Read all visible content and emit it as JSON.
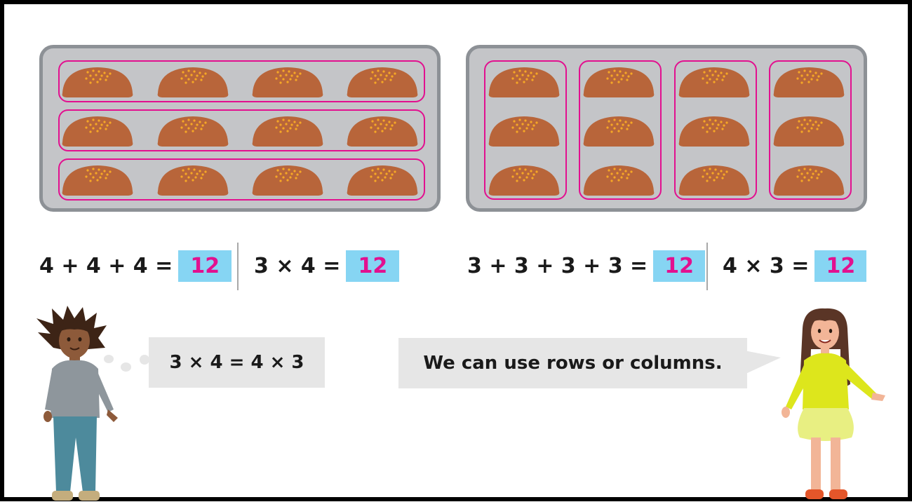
{
  "equations": {
    "rows_addition": "4 + 4 + 4 =",
    "rows_addition_answer": "12",
    "rows_multiplication": "3 × 4 =",
    "rows_multiplication_answer": "12",
    "cols_addition": "3 + 3 + 3 + 3 =",
    "cols_addition_answer": "12",
    "cols_multiplication": "4 × 3 =",
    "cols_multiplication_answer": "12"
  },
  "boy_thought": "3 × 4 = 4 × 3",
  "girl_speech": "We can use rows or columns.",
  "trays": {
    "rows_tray": {
      "rows": 3,
      "columns": 4,
      "grouping": "rows"
    },
    "columns_tray": {
      "rows": 3,
      "columns": 4,
      "grouping": "columns"
    }
  },
  "colors": {
    "answer_box": "#86d5f3",
    "answer_text": "#e2108f",
    "group_outline": "#e2108f",
    "bun": "#b8653a",
    "tray_fill": "#c4c5c8",
    "tray_border": "#8d9196",
    "bubble": "#e6e6e6"
  }
}
